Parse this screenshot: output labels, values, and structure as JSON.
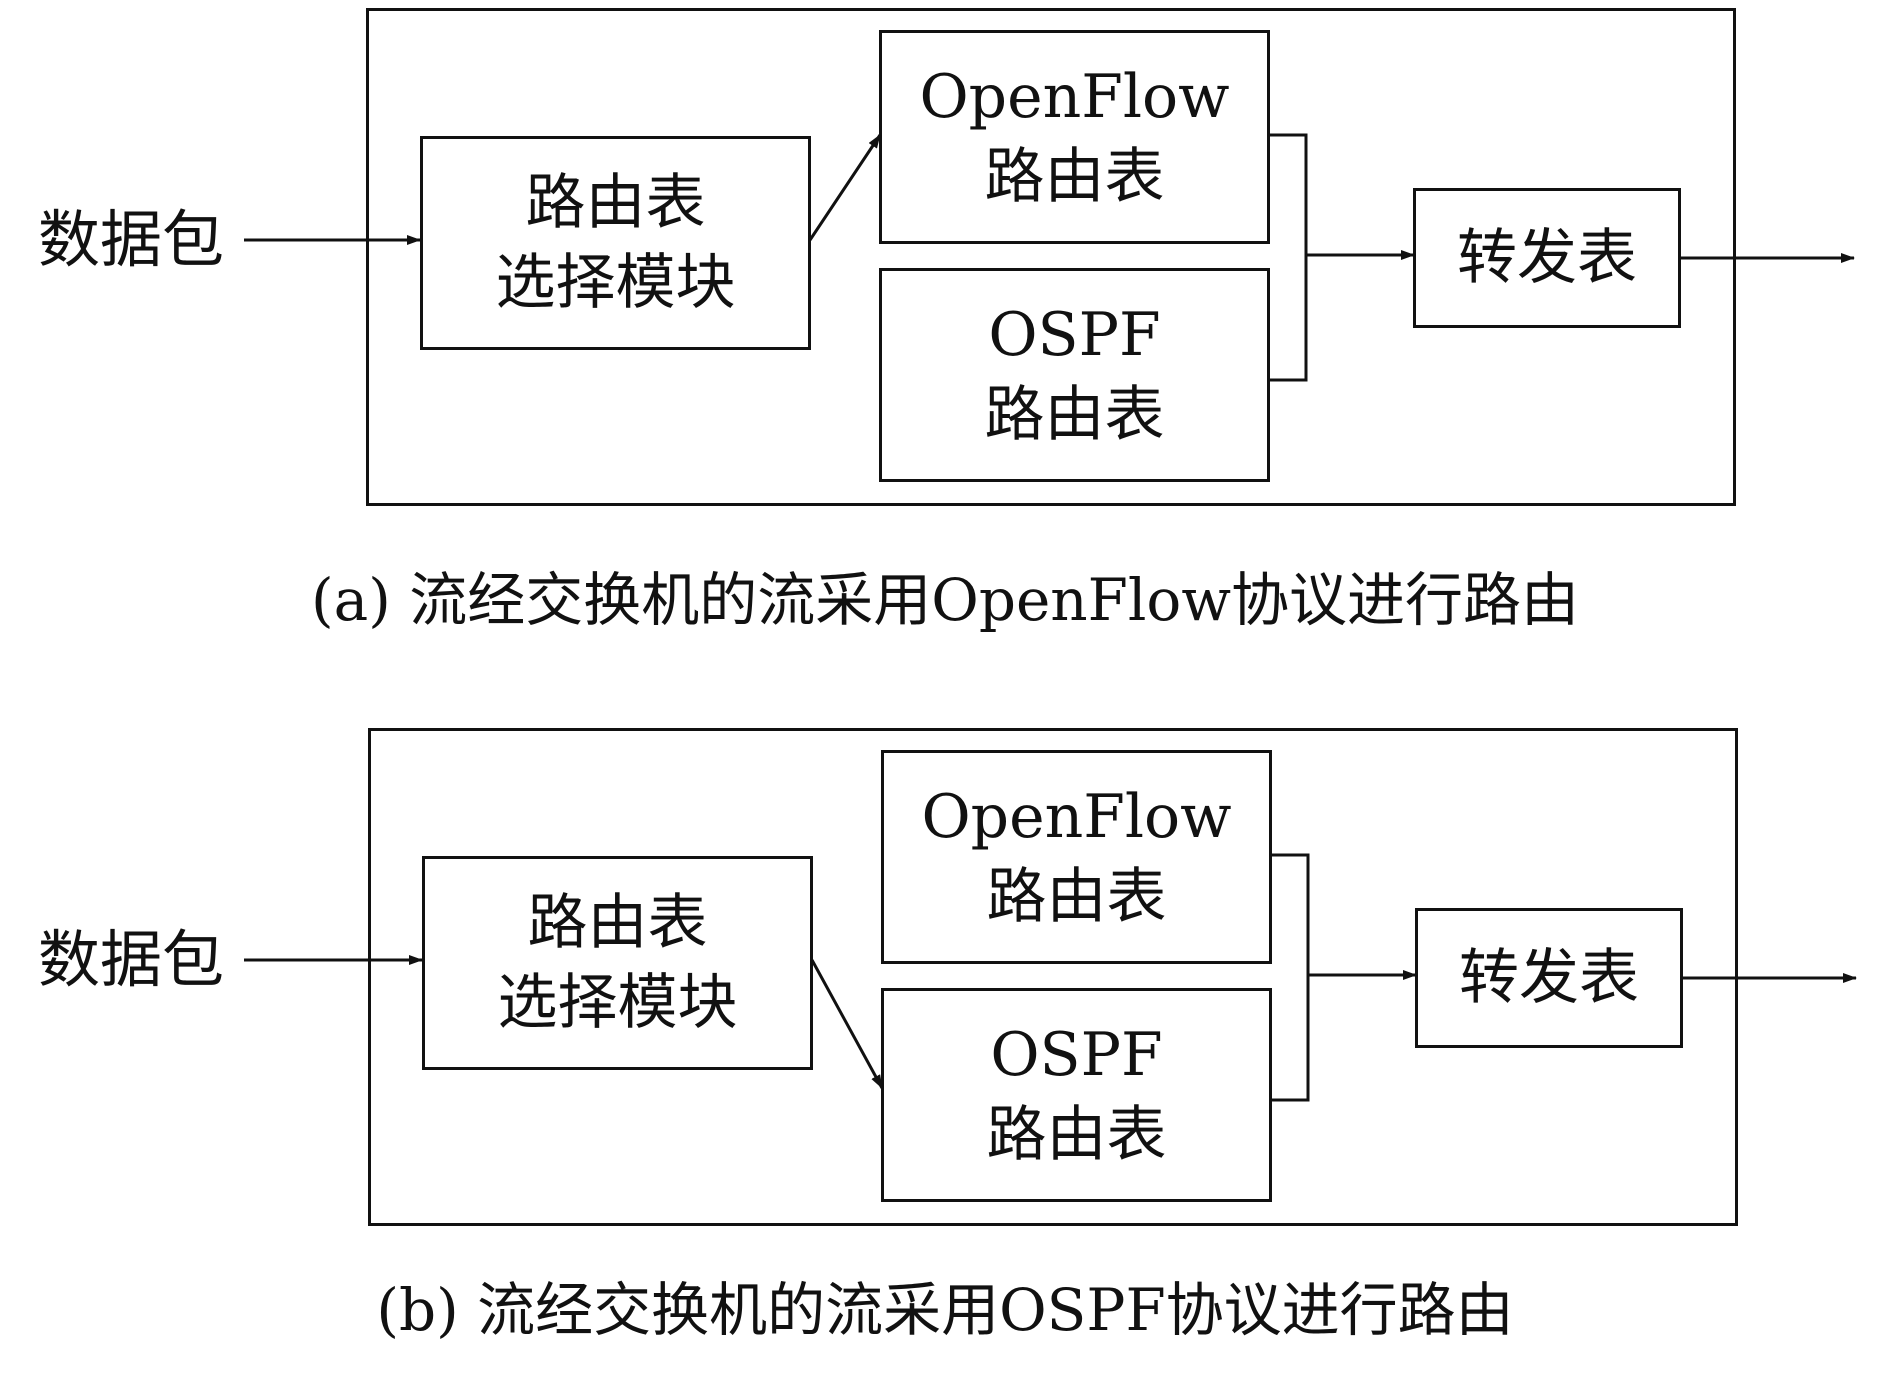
{
  "panels": [
    {
      "id": "a",
      "input_label": "数据包",
      "selector": {
        "line1": "路由表",
        "line2": "选择模块"
      },
      "openflow_table": {
        "line1": "OpenFlow",
        "line2": "路由表"
      },
      "ospf_table": {
        "line1": "OSPF",
        "line2": "路由表"
      },
      "forwarding_table": "转发表",
      "selected_table": "OpenFlow",
      "caption": "(a) 流经交换机的流采用OpenFlow协议进行路由"
    },
    {
      "id": "b",
      "input_label": "数据包",
      "selector": {
        "line1": "路由表",
        "line2": "选择模块"
      },
      "openflow_table": {
        "line1": "OpenFlow",
        "line2": "路由表"
      },
      "ospf_table": {
        "line1": "OSPF",
        "line2": "路由表"
      },
      "forwarding_table": "转发表",
      "selected_table": "OSPF",
      "caption": "(b) 流经交换机的流采用OSPF协议进行路由"
    }
  ],
  "colors": {
    "stroke": "#111111",
    "background": "#ffffff"
  }
}
